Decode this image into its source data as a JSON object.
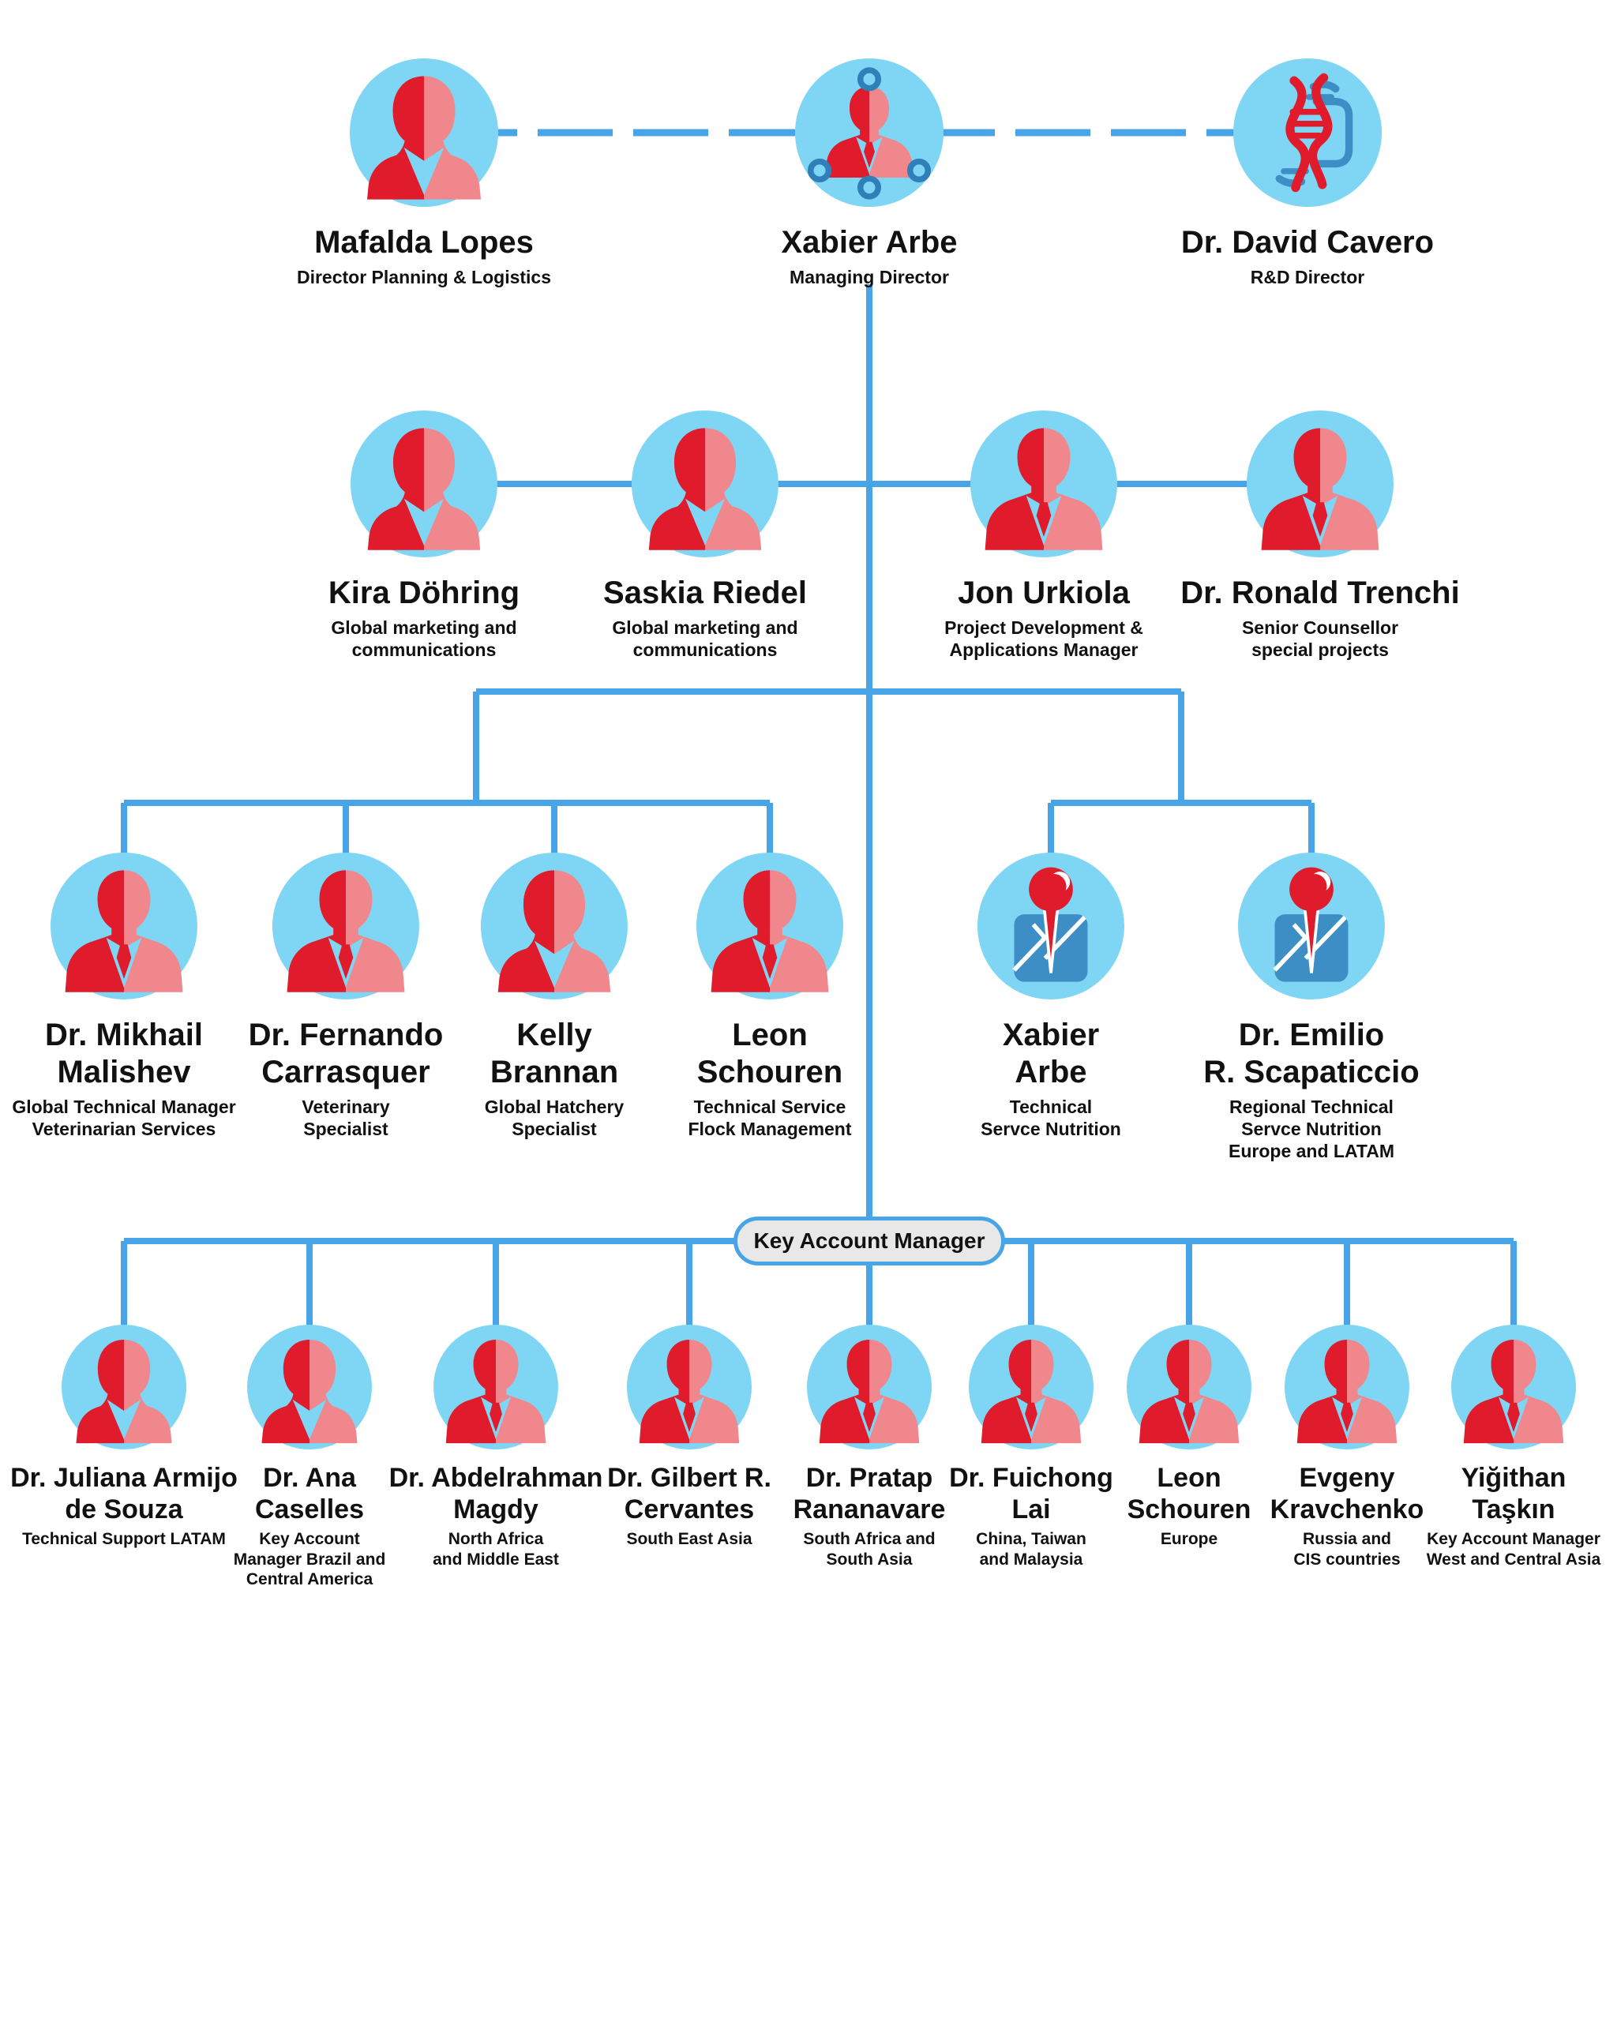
{
  "colors": {
    "accent": "#47A4E6",
    "avatar_circle": "#7ED6F4",
    "dark_red": "#E01B2B",
    "light_red": "#EF878C",
    "node_blue": "#2F80B8",
    "map_blue": "#3E8EC6",
    "pill_fill": "#E8E8E8",
    "text": "#111111"
  },
  "pill": {
    "label": "Key Account Manager"
  },
  "rows": {
    "executive": [
      {
        "id": "mafalda-lopes",
        "icon": "female-avatar-icon",
        "name_lines": [
          "Mafalda Lopes"
        ],
        "title_lines": [
          "Director Planning & Logistics"
        ]
      },
      {
        "id": "xabier-arbe-md",
        "icon": "network-avatar-icon",
        "name_lines": [
          "Xabier Arbe"
        ],
        "title_lines": [
          "Managing Director"
        ]
      },
      {
        "id": "david-cavero",
        "icon": "dna-icon",
        "name_lines": [
          "Dr. David Cavero"
        ],
        "title_lines": [
          "R&D Director"
        ]
      }
    ],
    "management": [
      {
        "id": "kira-dohring",
        "icon": "female-avatar-icon",
        "name_lines": [
          "Kira Döhring"
        ],
        "title_lines": [
          "Global marketing and",
          "communications"
        ]
      },
      {
        "id": "saskia-riedel",
        "icon": "female-avatar-icon",
        "name_lines": [
          "Saskia Riedel"
        ],
        "title_lines": [
          "Global marketing and",
          "communications"
        ]
      },
      {
        "id": "jon-urkiola",
        "icon": "male-avatar-icon",
        "name_lines": [
          "Jon Urkiola"
        ],
        "title_lines": [
          "Project Development &",
          "Applications Manager"
        ]
      },
      {
        "id": "ronald-trenchi",
        "icon": "male-avatar-icon",
        "name_lines": [
          "Dr. Ronald Trenchi"
        ],
        "title_lines": [
          "Senior Counsellor",
          "special projects"
        ]
      }
    ],
    "specialists": [
      {
        "id": "mikhail-malishev",
        "icon": "male-avatar-icon",
        "name_lines": [
          "Dr. Mikhail",
          "Malishev"
        ],
        "title_lines": [
          "Global Technical Manager",
          "Veterinarian Services"
        ]
      },
      {
        "id": "fernando-carrasquer",
        "icon": "male-avatar-icon",
        "name_lines": [
          "Dr. Fernando",
          "Carrasquer"
        ],
        "title_lines": [
          "Veterinary",
          "Specialist"
        ]
      },
      {
        "id": "kelly-brannan",
        "icon": "female-avatar-icon",
        "name_lines": [
          "Kelly",
          "Brannan"
        ],
        "title_lines": [
          "Global Hatchery",
          "Specialist"
        ]
      },
      {
        "id": "leon-schouren-ts",
        "icon": "male-avatar-icon",
        "name_lines": [
          "Leon",
          "Schouren"
        ],
        "title_lines": [
          "Technical Service",
          "Flock Management"
        ]
      },
      {
        "id": "xabier-arbe-nutrition",
        "icon": "map-pin-icon",
        "name_lines": [
          "Xabier",
          "Arbe"
        ],
        "title_lines": [
          "Technical",
          "Servce Nutrition"
        ]
      },
      {
        "id": "emilio-scapaticcio",
        "icon": "map-pin-icon",
        "name_lines": [
          "Dr. Emilio",
          "R. Scapaticcio"
        ],
        "title_lines": [
          "Regional Technical",
          "Servce Nutrition",
          "Europe and LATAM"
        ]
      }
    ],
    "key_account_managers": [
      {
        "id": "juliana-armijo-de-souza",
        "icon": "female-avatar-icon",
        "name_lines": [
          "Dr. Juliana Armijo",
          "de Souza"
        ],
        "title_lines": [
          "Technical Support LATAM"
        ]
      },
      {
        "id": "ana-caselles",
        "icon": "female-avatar-icon",
        "name_lines": [
          "Dr. Ana",
          "Caselles"
        ],
        "title_lines": [
          "Key Account",
          "Manager Brazil and",
          "Central America"
        ]
      },
      {
        "id": "abdelrahman-magdy",
        "icon": "male-avatar-icon",
        "name_lines": [
          "Dr. Abdelrahman",
          "Magdy"
        ],
        "title_lines": [
          "North Africa",
          "and Middle East"
        ]
      },
      {
        "id": "gilbert-cervantes",
        "icon": "male-avatar-icon",
        "name_lines": [
          "Dr. Gilbert R.",
          "Cervantes"
        ],
        "title_lines": [
          "South East Asia"
        ]
      },
      {
        "id": "pratap-rananavare",
        "icon": "male-avatar-icon",
        "name_lines": [
          "Dr. Pratap",
          "Rananavare"
        ],
        "title_lines": [
          "South Africa and",
          "South Asia"
        ]
      },
      {
        "id": "fuichong-lai",
        "icon": "male-avatar-icon",
        "name_lines": [
          "Dr. Fuichong",
          "Lai"
        ],
        "title_lines": [
          "China, Taiwan",
          "and Malaysia"
        ]
      },
      {
        "id": "leon-schouren-kam",
        "icon": "male-avatar-icon",
        "name_lines": [
          "Leon",
          "Schouren"
        ],
        "title_lines": [
          "Europe"
        ]
      },
      {
        "id": "evgeny-kravchenko",
        "icon": "male-avatar-icon",
        "name_lines": [
          "Evgeny",
          "Kravchenko"
        ],
        "title_lines": [
          "Russia and",
          "CIS countries"
        ]
      },
      {
        "id": "yigithan-taskin",
        "icon": "male-avatar-icon",
        "name_lines": [
          "Yiğithan",
          "Taşkın"
        ],
        "title_lines": [
          "Key Account Manager",
          "West and Central Asia"
        ]
      }
    ]
  }
}
